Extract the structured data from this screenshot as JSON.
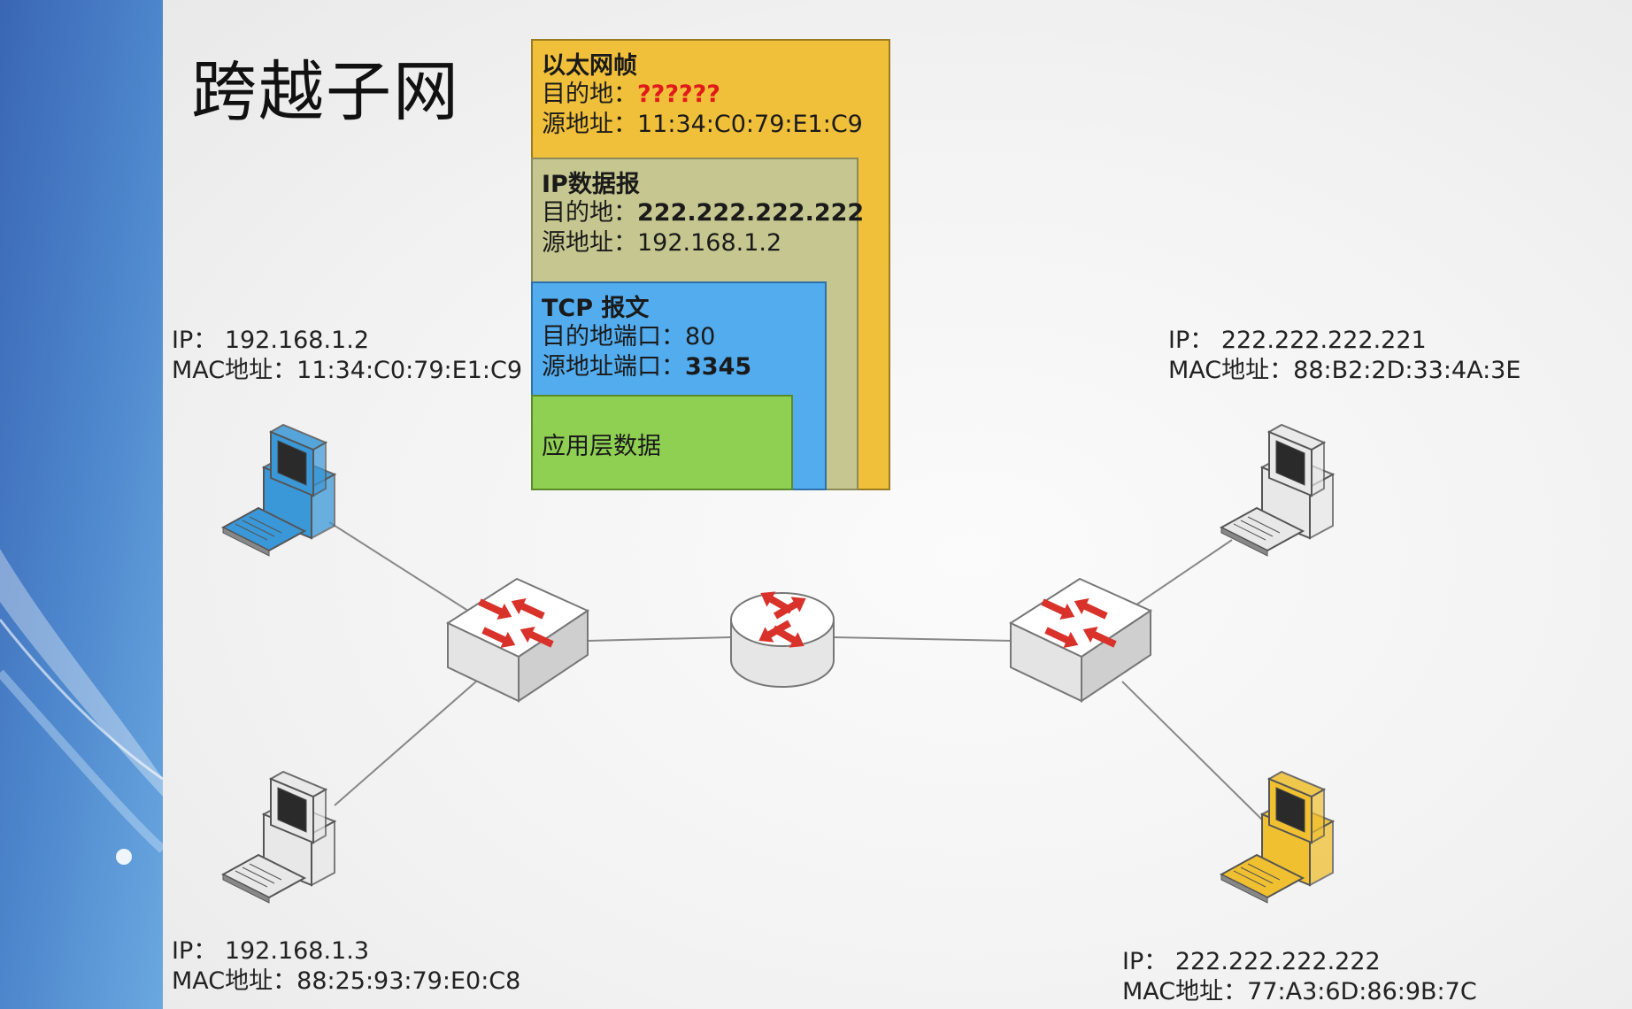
{
  "title": "跨越子网",
  "frame": {
    "ethernet": {
      "heading": "以太网帧",
      "dest_label": "目的地：",
      "dest_value": "??????",
      "src_label": "源地址：",
      "src_value": "11:34:C0:79:E1:C9"
    },
    "ip": {
      "heading": "IP数据报",
      "dest_label": "目的地：",
      "dest_value": "222.222.222.222",
      "src_label": "源地址：",
      "src_value": "192.168.1.2"
    },
    "tcp": {
      "heading": "TCP 报文",
      "dest_port_label": "目的地端口：",
      "dest_port_value": "80",
      "src_port_label": "源地址端口：",
      "src_port_value": "3345"
    },
    "app": {
      "heading": "应用层数据"
    }
  },
  "hosts": {
    "host_a": {
      "ip": "IP： 192.168.1.2",
      "mac": "MAC地址：11:34:C0:79:E1:C9",
      "color": "#3a98d8"
    },
    "host_b": {
      "ip": "IP： 192.168.1.3",
      "mac": "MAC地址：88:25:93:79:E0:C8",
      "color": "#e8e8e8"
    },
    "host_c": {
      "ip": "IP： 222.222.222.221",
      "mac": "MAC地址：88:B2:2D:33:4A:3E",
      "color": "#e8e8e8"
    },
    "host_d": {
      "ip": "IP： 222.222.222.222",
      "mac": "MAC地址：77:A3:6D:86:9B:7C",
      "color": "#f0c030"
    }
  },
  "colors": {
    "ethernet": "#f0c03a",
    "ip": "#c6c790",
    "tcp": "#52acee",
    "app": "#8fd052",
    "arrow": "#d8322a"
  }
}
